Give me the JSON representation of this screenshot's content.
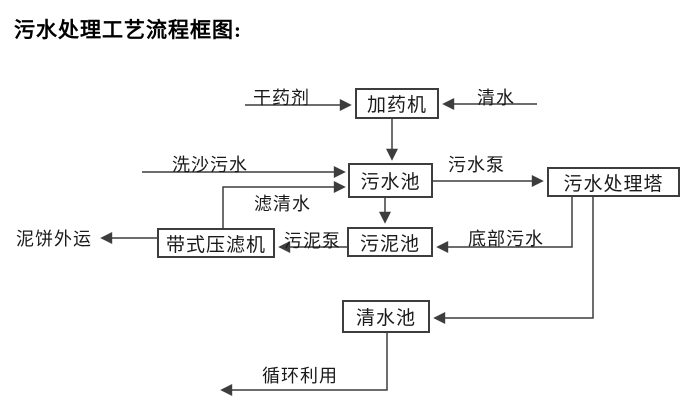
{
  "title": "污水处理工艺流程框图:",
  "diagram": {
    "boxes": [
      {
        "id": "dosing-machine",
        "label": "加药机"
      },
      {
        "id": "sewage-pool",
        "label": "污水池"
      },
      {
        "id": "sewage-treatment-tower",
        "label": "污水处理塔"
      },
      {
        "id": "sludge-pool",
        "label": "污泥池"
      },
      {
        "id": "belt-filter-press",
        "label": "带式压滤机"
      },
      {
        "id": "clean-water-pool",
        "label": "清水池"
      }
    ],
    "flow_labels": [
      {
        "id": "dry-agent",
        "label": "干药剂"
      },
      {
        "id": "clean-water",
        "label": "清水"
      },
      {
        "id": "sand-washing-sewage",
        "label": "洗沙污水"
      },
      {
        "id": "sewage-pump",
        "label": "污水泵"
      },
      {
        "id": "filtered-water",
        "label": "滤清水"
      },
      {
        "id": "sludge-pump",
        "label": "污泥泵"
      },
      {
        "id": "bottom-sewage",
        "label": "底部污水"
      },
      {
        "id": "mud-cake-outbound",
        "label": "泥饼外运"
      },
      {
        "id": "recycling",
        "label": "循环利用"
      }
    ],
    "colors": {
      "line": "#3d3d3d",
      "text": "#1a1a1a",
      "background": "#ffffff"
    }
  }
}
